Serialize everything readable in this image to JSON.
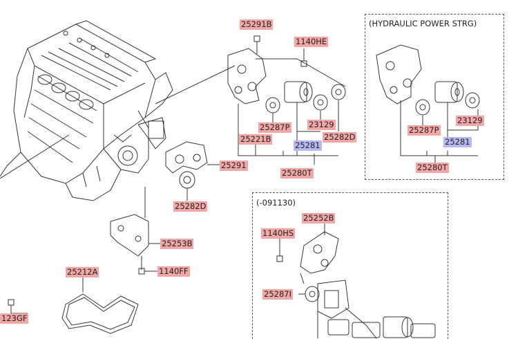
{
  "callouts": {
    "c25291B": "25291B",
    "c1140HE": "1140HE",
    "c25287P": "25287P",
    "c23129": "23129",
    "c25221B": "25221B",
    "c25281": "25281",
    "c25282D": "25282D",
    "c25280T": "25280T",
    "c25291": "25291",
    "c25282D_b": "25282D",
    "c25253B": "25253B",
    "c1140FF": "1140FF",
    "c25212A": "25212A",
    "c123GF": "123GF",
    "hp_25287P": "25287P",
    "hp_23129": "23129",
    "hp_25281": "25281",
    "hp_25280T": "25280T",
    "old_25252B": "25252B",
    "old_1140HS": "1140HS",
    "old_25287I": "25287I"
  },
  "boxes": {
    "hydraulic_title": "(HYDRAULIC POWER STRG)",
    "old_title": "(-091130)"
  },
  "colors": {
    "part_label_bg": "#f2a7a7",
    "highlight_label_bg": "#b7b7f2",
    "line": "#333333"
  }
}
